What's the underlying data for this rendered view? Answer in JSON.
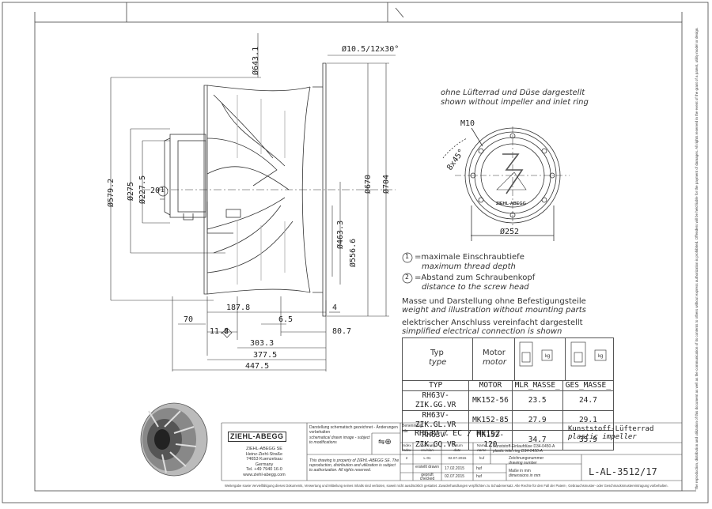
{
  "dimensions": {
    "outer_diameter_top": "Ø643.1",
    "bolt_holes": "Ø10.5/12x30°",
    "d_579": "Ø579.2",
    "d_275": "Ø275",
    "d_227": "Ø227.5",
    "d_670": "Ø670",
    "d_704": "Ø704",
    "d_463": "Ø463.3",
    "d_556": "Ø556.6",
    "callout_20": "20",
    "callout_1": "1",
    "callout_2": "2",
    "d_187": "187.8",
    "d_4": "4",
    "d_70": "70",
    "d_6_5": "6.5",
    "d_11_8": "11.8",
    "d_80_7": "80.7",
    "d_303": "303.3",
    "d_377": "377.5",
    "d_447": "447.5",
    "m10": "M10",
    "angle_8x45": "8x45°",
    "d_252": "Ø252"
  },
  "notes": {
    "view_de": "ohne Lüfterrad und Düse dargestellt",
    "view_en": "shown without impeller and inlet ring",
    "legend1_de": "=maximale Einschraubtiefe",
    "legend1_en": "maximum thread depth",
    "legend2_de": "=Abstand zum Schraubenkopf",
    "legend2_en": "distance to the screw head",
    "mass_de": "Masse und Darstellung ohne Befestigungsteile",
    "mass_en": "weight and illustration without mounting parts",
    "elec_de": "elektrischer Anschluss vereinfacht dargestellt",
    "elec_en": "simplified electrical connection is shown"
  },
  "motor_label": {
    "brand": "ZIEHL-ABEGG"
  },
  "type_table": {
    "header_typ_de": "Typ",
    "header_typ_en": "type",
    "header_motor_de": "Motor",
    "header_motor_en": "motor",
    "kg": "kg",
    "columns": [
      "TYP",
      "MOTOR",
      "MLR_MASSE_",
      "GES_MASSE_"
    ],
    "rows": [
      [
        "RH63V-ZIK.GG.VR",
        "MK152-56",
        "23.5",
        "24.7"
      ],
      [
        "RH63V-ZIK.GL.VR",
        "MK152-85",
        "27.9",
        "29.1"
      ],
      [
        "RH63V-ZIK.GQ.VR",
        "MK152-120",
        "34.7",
        "35.9"
      ]
    ]
  },
  "title_block": {
    "company": "ZIEHL-ABEGG",
    "address": [
      "ZIEHL-ABEGG SE",
      "Heinz-Ziehl-Straße",
      "74653 Kuenzelsau",
      "Germany",
      "Tel. +49 7940 16-0",
      "www.ziehl-abegg.com"
    ],
    "schematic_de": "Darstellung schematisch gezeichnet - Änderungen vorbehalten",
    "schematic_en": "schematical drawn image - subject to modifications",
    "property": "This drawing is property of ZIEHL-ABEGG SE. The reproduction, distribution and utilization is subject to authorization. All rights reserved.",
    "benennung_label": "Benennung",
    "title_label": "title",
    "title": "RH63V / EC / MK152",
    "subtitle_de": "Kunststoff-Lüfterrad",
    "subtitle_en": "plastic impeller",
    "revision_headers": [
      "Index",
      "Änderung",
      "Datum",
      "Name"
    ],
    "revision_headers_en": [
      "index",
      "revision",
      "date",
      "name"
    ],
    "revision_desc_de": "Kunststoff-Einlaufdüse D34-0450-A",
    "revision_desc_en": "plastic inlet ring D34-0450-A",
    "revision_row": [
      "2",
      "L-01",
      "02.07.2015",
      "huf"
    ],
    "created_label": "erstellt drawn",
    "created_date": "17.02.2015",
    "created_name": "huf",
    "checked_label": "geprüft checked",
    "checked_date": "02.07.2015",
    "checked_name": "huf",
    "units_de": "Maße in mm",
    "units_en": "dimensions in mm",
    "drawing_no_de": "Zeichnungsnummer",
    "drawing_no_en": "drawing number",
    "drawing_number": "L-AL-3512/17"
  },
  "footer": "Weitergabe sowie Vervielfältigung dieses Dokuments, Verwertung und Mitteilung seines Inhalts sind verboten, soweit nicht ausdrücklich gestattet. Zuwiderhandlungen verpflichten zu Schadenersatz. Alle Rechte für den Fall der Patent-, Gebrauchsmuster- oder Geschmacksmustereintragung vorbehalten.",
  "side_text": "The reproduction, distribution and utilization of this document as well as the communication of its contents to others without express authorization is prohibited. Offenders will be held liable for the payment of damages. All rights reserved in the event of the grant of a patent, utility model or design."
}
